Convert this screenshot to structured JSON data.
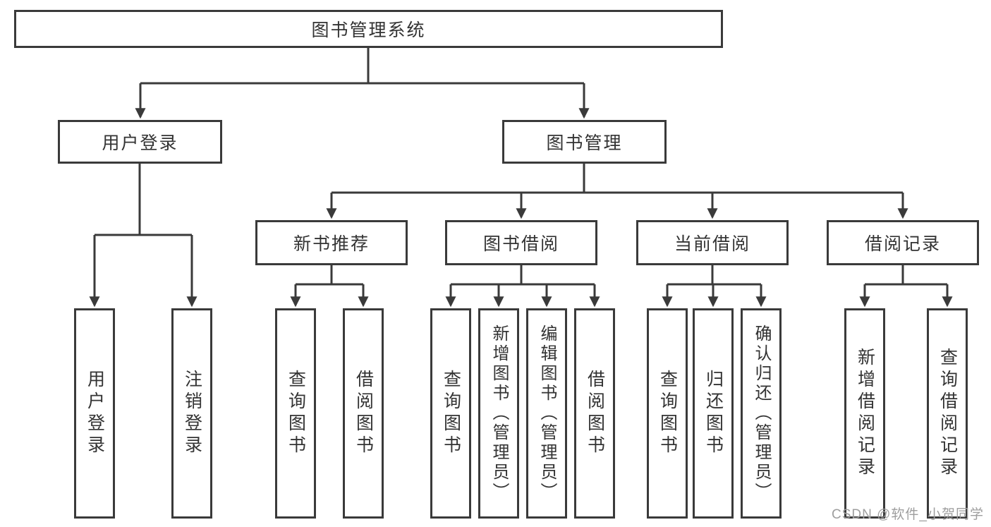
{
  "diagram": {
    "title": "图书管理系统",
    "root": {
      "label": "图书管理系统"
    },
    "level2": [
      {
        "label": "用户登录"
      },
      {
        "label": "图书管理"
      }
    ],
    "level3": [
      {
        "label": "新书推荐"
      },
      {
        "label": "图书借阅"
      },
      {
        "label": "当前借阅"
      },
      {
        "label": "借阅记录"
      }
    ],
    "leaves": {
      "user_login": [
        "用户登录",
        "注销登录"
      ],
      "new_book": [
        "查询图书",
        "借阅图书"
      ],
      "book_borrow": [
        "查询图书",
        "新增图书（管理员）",
        "编辑图书（管理员）",
        "借阅图书"
      ],
      "current_borrow": [
        "查询图书",
        "归还图书",
        "确认归还（管理员）"
      ],
      "borrow_record": [
        "新增借阅记录",
        "查询借阅记录"
      ]
    }
  },
  "watermark": {
    "text": "CSDN @软件_小贺同学"
  },
  "colors": {
    "line": "#3a3a3a",
    "text": "#333333",
    "box_background": "#ffffff",
    "watermark": "#9e9e9e"
  }
}
